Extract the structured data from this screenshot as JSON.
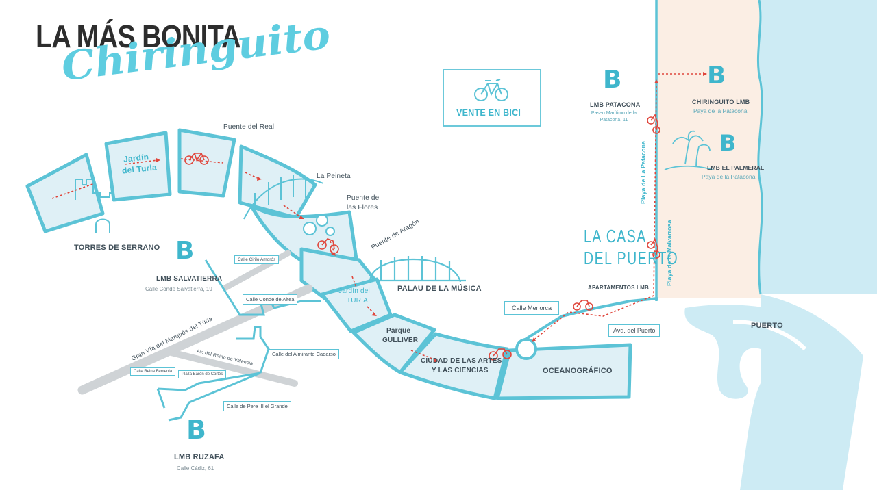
{
  "title": {
    "line1": "LA MÁS BONITA",
    "line2": "Chiringuito"
  },
  "vente": {
    "label": "VENTE EN BICI",
    "icon": "bicycle-icon"
  },
  "locations": {
    "patacona": {
      "logo": "B",
      "name": "LMB PATACONA",
      "address": "Paseo Marítimo de la Patacona, 11"
    },
    "chiringuito": {
      "logo": "B",
      "name": "CHIRINGUITO LMB",
      "address": "Paya de la Patacona"
    },
    "palmeral": {
      "logo": "B",
      "name": "LMB EL PALMERAL",
      "address": "Paya de la Patacona"
    },
    "salvatierra": {
      "logo": "B",
      "name": "LMB SALVATIERRA",
      "address": "Calle Conde Salvatierra, 19"
    },
    "ruzafa": {
      "logo": "B",
      "name": "LMB RUZAFA",
      "address": "Calle Cádiz, 61"
    },
    "casa_puerto": {
      "line1": "LA CASA",
      "line2": "DEL PUERTO",
      "name": "APARTAMENTOS LMB"
    }
  },
  "landmarks": {
    "torres": "TORRES DE SERRANO",
    "jardin1_a": "Jardín",
    "jardin1_b": "del Turia",
    "puente_real": "Puente del Real",
    "peineta": "La Peineta",
    "flores_a": "Puente de",
    "flores_b": "las Flores",
    "aragon": "Puente de Aragón",
    "palau": "PALAU DE LA MÚSICA",
    "jardin2_a": "Jardín del",
    "jardin2_b": "TURIA",
    "gulliver_a": "Parque",
    "gulliver_b": "GULLIVER",
    "ciudad_a": "CIUDAD DE LAS ARTES",
    "ciudad_b": "Y LAS CIENCIAS",
    "oceanografico": "OCEANOGRÁFICO",
    "puerto": "PUERTO",
    "playa_patacona": "Playa de La Patacona",
    "playa_malvarrosa": "Playa de la Malvarrosa"
  },
  "streets": {
    "cirilo": "Calle Cirilo Amorós",
    "conde_altea": "Calle Conde de Altea",
    "gran_via": "Gran Vía del Marqués del Túria",
    "reino": "Av. del Reino de Valencia",
    "almirante": "Calle del Almirante Cadarso",
    "reina_fem": "Calle Reina Femenia",
    "plaza_cortes": "Plaza Barón de Cortés",
    "pere": "Calle de Pere III el Grande",
    "menorca": "Calle Menorca",
    "avd_puerto": "Avd. del Puerto"
  },
  "colors": {
    "river_outline": "#5cc3d6",
    "river_fill": "#dff0f6",
    "sea": "#cdebf4",
    "sand": "#fbeee4",
    "route": "#e0463c",
    "title_dark": "#2d2d2d",
    "title_cyan": "#5ecde0"
  }
}
